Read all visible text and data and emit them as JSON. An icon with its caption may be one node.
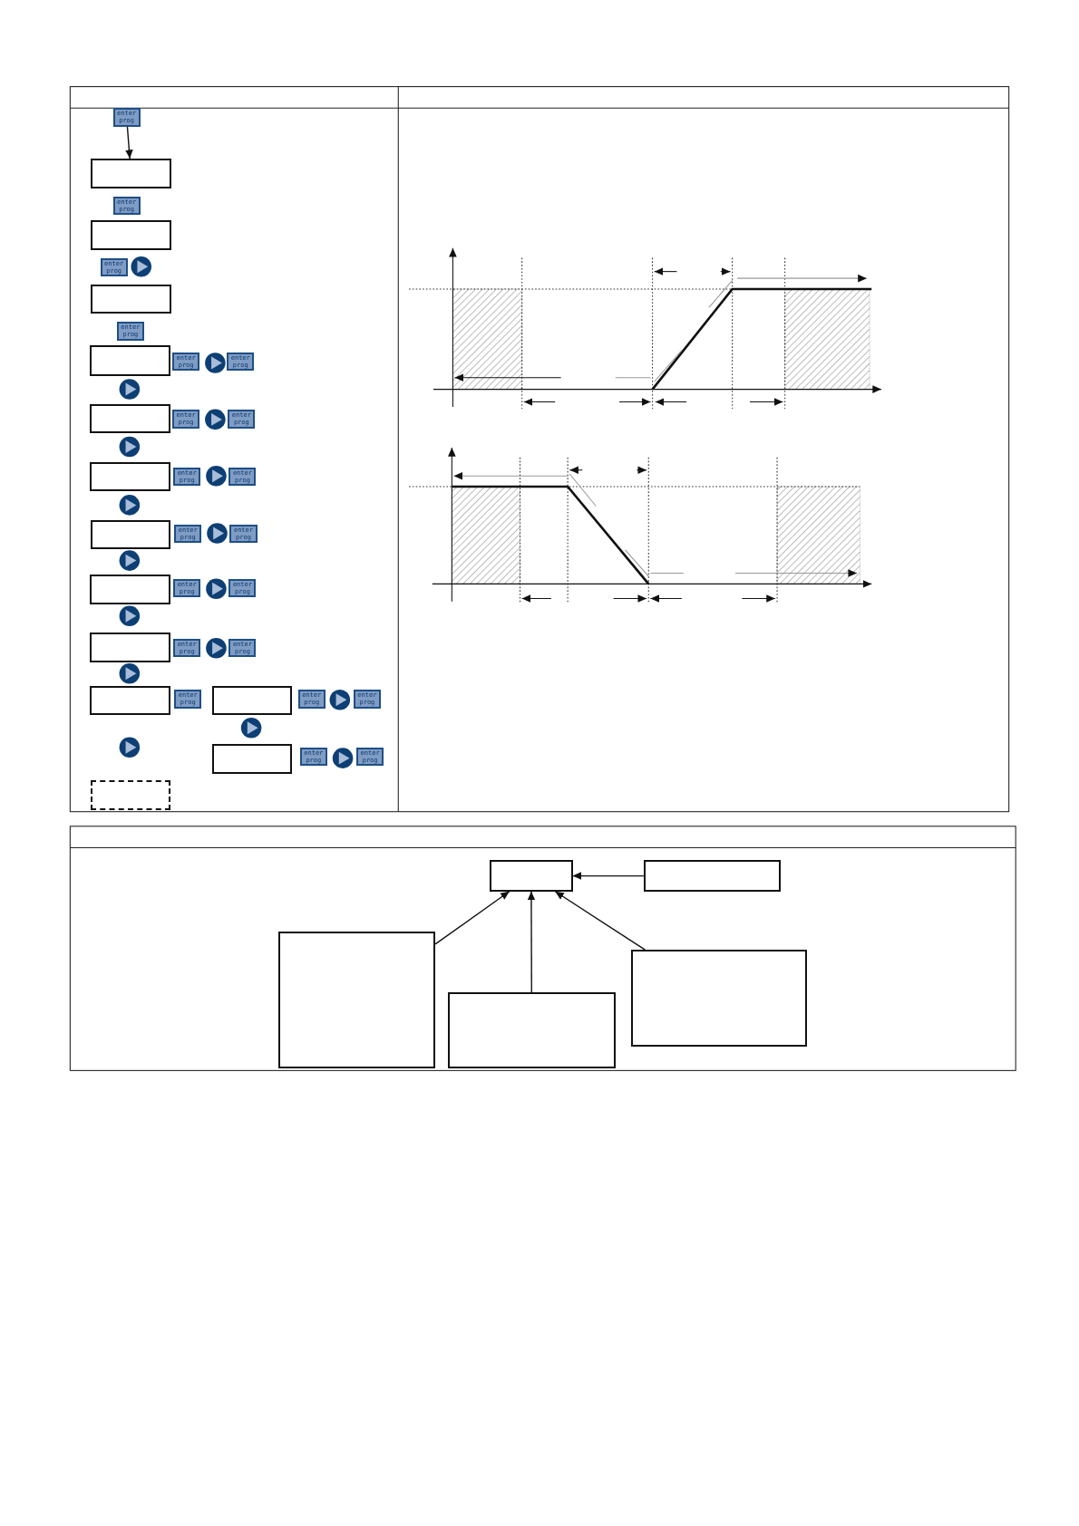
{
  "diagram": {
    "nodes": [
      {
        "text": [
          "enter prog"
        ]
      },
      {
        "text": [],
        "shape": "box"
      },
      {
        "text": [],
        "shape": "box"
      },
      {
        "text": [],
        "shape": "box"
      },
      {
        "text": [],
        "shape": "box"
      },
      {
        "text": [],
        "shape": "box"
      },
      {
        "text": [],
        "shape": "box"
      },
      {
        "text": [],
        "shape": "box"
      },
      {
        "text": [],
        "shape": "box"
      },
      {
        "text": [],
        "shape": "box"
      },
      {
        "text": [],
        "shape": "box"
      },
      {
        "text": [],
        "shape": "box"
      },
      {
        "text": [],
        "shape": "box"
      },
      {
        "text": [],
        "shape": "box"
      },
      {
        "text": [],
        "shape": "box"
      },
      {
        "text": [],
        "shape": "box"
      },
      {
        "text": [],
        "shape": "box"
      },
      {
        "text": [],
        "shape": "box"
      },
      {
        "text": [],
        "shape": "box"
      }
    ],
    "edges": [
      {
        "from": 0,
        "to": 1,
        "arrow": "to"
      },
      {
        "from": 15,
        "to": 14,
        "arrow": "to"
      },
      {
        "from": 16,
        "to": 14,
        "arrow": "to"
      },
      {
        "from": 17,
        "to": 14,
        "arrow": "to"
      },
      {
        "from": 18,
        "to": 14,
        "arrow": "to"
      }
    ],
    "labels": [
      "enter prog",
      "enter prog",
      "enter prog",
      "enter prog",
      "enter prog",
      "enter prog",
      "enter prog",
      "enter prog",
      "enter prog",
      "enter prog",
      "enter prog",
      "enter prog",
      "enter prog",
      "enter prog",
      "enter prog",
      "enter prog",
      "enter prog",
      "enter prog",
      "enter prog",
      "enter prog"
    ]
  }
}
